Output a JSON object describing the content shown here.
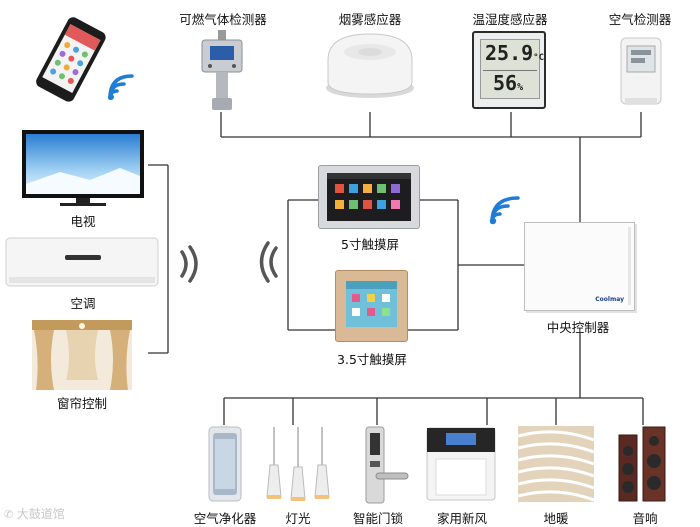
{
  "top_devices": [
    {
      "label": "可燃气体检测器",
      "icon": "gas-detector"
    },
    {
      "label": "烟雾感应器",
      "icon": "smoke-detector"
    },
    {
      "label": "温湿度感应器",
      "icon": "thermo-hygrometer"
    },
    {
      "label": "空气检测器",
      "icon": "air-monitor"
    }
  ],
  "thermo_display": {
    "temperature": "25.9",
    "temperature_unit": "°C",
    "humidity": "56",
    "humidity_unit": "%"
  },
  "left_devices": [
    {
      "label": "电视",
      "icon": "tv"
    },
    {
      "label": "空调",
      "icon": "air-conditioner"
    },
    {
      "label": "窗帘控制",
      "icon": "curtain"
    }
  ],
  "touch_panels": [
    {
      "label": "5寸触摸屏",
      "icon": "touchscreen-5"
    },
    {
      "label": "3.5寸触摸屏",
      "icon": "touchscreen-3-5"
    }
  ],
  "controller": {
    "label": "中央控制器",
    "brand": "Coolmay",
    "icon": "controller-box"
  },
  "bottom_devices": [
    {
      "label": "空气净化器",
      "icon": "air-purifier"
    },
    {
      "label": "灯光",
      "icon": "pendant-light"
    },
    {
      "label": "智能门锁",
      "icon": "smart-lock"
    },
    {
      "label": "家用新风",
      "icon": "fresh-air-unit"
    },
    {
      "label": "地暖",
      "icon": "floor-heating"
    },
    {
      "label": "音响",
      "icon": "speaker"
    }
  ],
  "watermark": "大鼓道馆",
  "colors": {
    "line": "#333333",
    "wifi": "#1f7dd6",
    "wave": "#555555"
  }
}
